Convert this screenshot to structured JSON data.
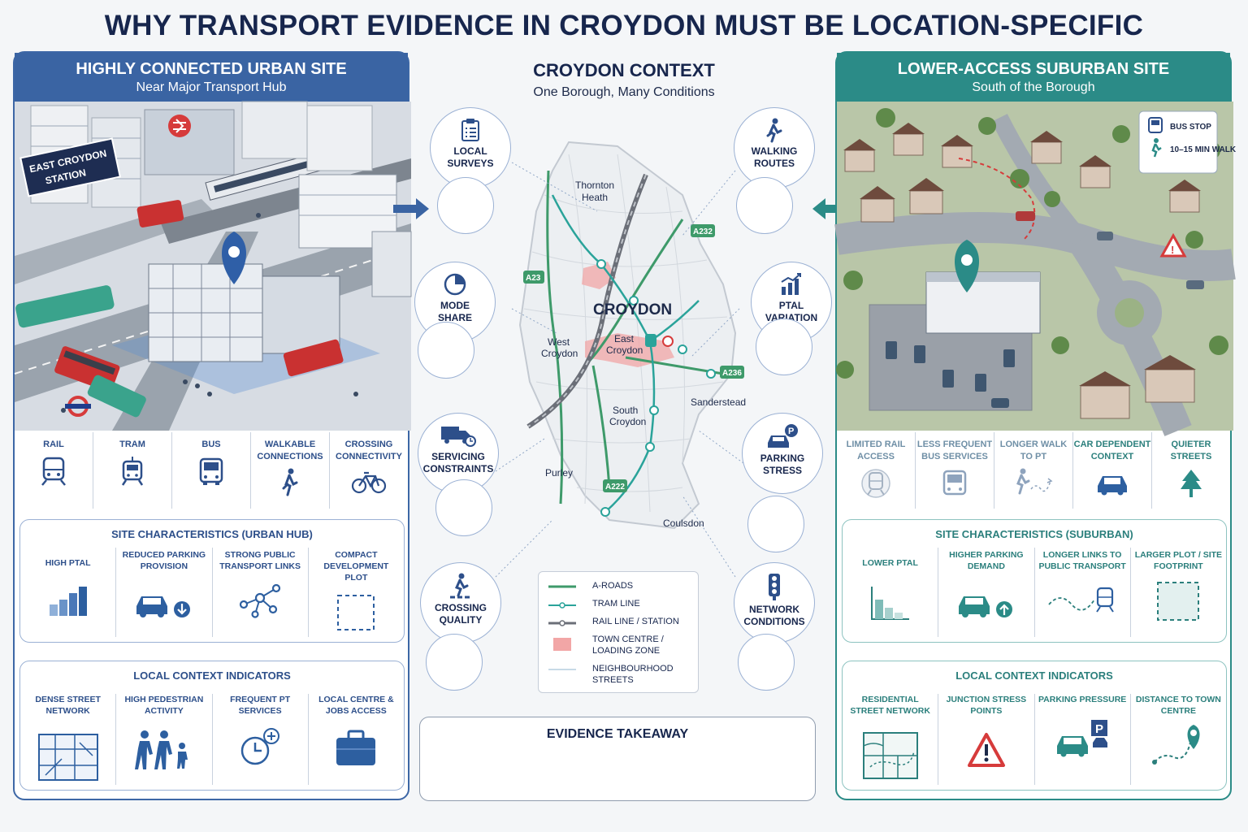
{
  "title": "WHY TRANSPORT EVIDENCE IN CROYDON MUST BE LOCATION-SPECIFIC",
  "left": {
    "heading": "HIGHLY CONNECTED URBAN SITE",
    "subheading": "Near Major Transport Hub",
    "station_sign_line1": "EAST CROYDON",
    "station_sign_line2": "STATION",
    "modes": [
      {
        "label": "RAIL",
        "icon": "train-icon"
      },
      {
        "label": "TRAM",
        "icon": "tram-icon"
      },
      {
        "label": "BUS",
        "icon": "bus-icon"
      },
      {
        "label": "WALKABLE CONNECTIONS",
        "icon": "walking-icon"
      },
      {
        "label": "CROSSING CONNECTIVITY",
        "icon": "bicycle-icon"
      }
    ],
    "site_characteristics": {
      "title": "SITE CHARACTERISTICS (URBAN HUB)",
      "items": [
        {
          "label": "HIGH PTAL",
          "icon": "bar-chart-up-icon"
        },
        {
          "label": "REDUCED PARKING PROVISION",
          "icon": "car-down-icon"
        },
        {
          "label": "STRONG PUBLIC TRANSPORT LINKS",
          "icon": "network-icon"
        },
        {
          "label": "COMPACT DEVELOPMENT PLOT",
          "icon": "compact-plot-icon"
        }
      ]
    },
    "local_context": {
      "title": "LOCAL CONTEXT INDICATORS",
      "items": [
        {
          "label": "DENSE STREET NETWORK",
          "icon": "street-grid-icon"
        },
        {
          "label": "HIGH PEDESTRIAN ACTIVITY",
          "icon": "pedestrians-icon"
        },
        {
          "label": "FREQUENT PT SERVICES",
          "icon": "clock-plus-icon"
        },
        {
          "label": "LOCAL CENTRE & JOBS ACCESS",
          "icon": "briefcase-icon"
        }
      ]
    }
  },
  "right": {
    "heading": "LOWER-ACCESS SUBURBAN SITE",
    "subheading": "South of the Borough",
    "map_key": [
      {
        "label": "BUS STOP",
        "icon": "bus-icon"
      },
      {
        "label": "10–15 MIN WALK",
        "icon": "walking-icon"
      }
    ],
    "modes": [
      {
        "label": "LIMITED RAIL ACCESS",
        "icon": "train-faded-icon"
      },
      {
        "label": "LESS FREQUENT BUS SERVICES",
        "icon": "bus-faded-icon"
      },
      {
        "label": "LONGER WALK TO PT",
        "icon": "long-walk-icon"
      },
      {
        "label": "CAR DEPENDENT CONTEXT",
        "icon": "car-icon"
      },
      {
        "label": "QUIETER STREETS",
        "icon": "tree-icon"
      }
    ],
    "site_characteristics": {
      "title": "SITE CHARACTERISTICS (SUBURBAN)",
      "items": [
        {
          "label": "LOWER PTAL",
          "icon": "bar-chart-down-icon"
        },
        {
          "label": "HIGHER PARKING DEMAND",
          "icon": "car-up-icon"
        },
        {
          "label": "LONGER LINKS TO PUBLIC TRANSPORT",
          "icon": "dashed-route-train-icon"
        },
        {
          "label": "LARGER PLOT / SITE FOOTPRINT",
          "icon": "large-plot-icon"
        }
      ]
    },
    "local_context": {
      "title": "LOCAL CONTEXT INDICATORS",
      "items": [
        {
          "label": "RESIDENTIAL STREET NETWORK",
          "icon": "residential-grid-icon"
        },
        {
          "label": "JUNCTION STRESS POINTS",
          "icon": "warning-icon"
        },
        {
          "label": "PARKING PRESSURE",
          "icon": "car-parking-icon"
        },
        {
          "label": "DISTANCE TO TOWN CENTRE",
          "icon": "route-pin-icon"
        }
      ]
    }
  },
  "center": {
    "heading": "CROYDON CONTEXT",
    "subheading": "One Borough, Many Conditions",
    "factors_left": [
      {
        "label_line1": "LOCAL",
        "label_line2": "SURVEYS",
        "icon": "clipboard-icon"
      },
      {
        "label_line1": "MODE",
        "label_line2": "SHARE",
        "icon": "pie-chart-icon"
      },
      {
        "label_line1": "SERVICING",
        "label_line2": "CONSTRAINTS",
        "icon": "delivery-truck-icon"
      },
      {
        "label_line1": "CROSSING",
        "label_line2": "QUALITY",
        "icon": "crossing-icon"
      }
    ],
    "factors_right": [
      {
        "label_line1": "WALKING",
        "label_line2": "ROUTES",
        "icon": "walking-icon"
      },
      {
        "label_line1": "PTAL",
        "label_line2": "VARIATION",
        "icon": "bar-chart-up-icon"
      },
      {
        "label_line1": "PARKING",
        "label_line2": "STRESS",
        "icon": "car-parking-icon"
      },
      {
        "label_line1": "NETWORK",
        "label_line2": "CONDITIONS",
        "icon": "traffic-light-icon"
      }
    ],
    "map": {
      "borough_label": "CROYDON",
      "places": [
        {
          "name_line1": "Thornton",
          "name_line2": "Heath"
        },
        {
          "name_line1": "West",
          "name_line2": "Croydon"
        },
        {
          "name_line1": "East",
          "name_line2": "Croydon"
        },
        {
          "name_line1": "South",
          "name_line2": "Croydon"
        },
        {
          "name_line1": "Sanderstead",
          "name_line2": ""
        },
        {
          "name_line1": "Purley",
          "name_line2": ""
        },
        {
          "name_line1": "Coulsdon",
          "name_line2": ""
        }
      ],
      "roads": [
        "A232",
        "A23",
        "A236",
        "A222"
      ]
    },
    "legend": [
      {
        "label_line1": "A-ROADS",
        "label_line2": "",
        "color": "#3e9a6a"
      },
      {
        "label_line1": "TRAM LINE",
        "label_line2": "",
        "color": "#2aa39a"
      },
      {
        "label_line1": "RAIL LINE / STATION",
        "label_line2": "",
        "color": "#6b6f78"
      },
      {
        "label_line1": "TOWN CENTRE /",
        "label_line2": "LOADING ZONE",
        "color": "#f2a6a6"
      },
      {
        "label_line1": "NEIGHBOURHOOD",
        "label_line2": "STREETS",
        "color": "#8fb4cf"
      }
    ],
    "takeaway_title": "EVIDENCE TAKEAWAY"
  },
  "colors": {
    "navy": "#17264d",
    "urban_blue": "#3a64a3",
    "suburban_teal": "#2b8b87",
    "rail_red": "#d63b3b"
  }
}
